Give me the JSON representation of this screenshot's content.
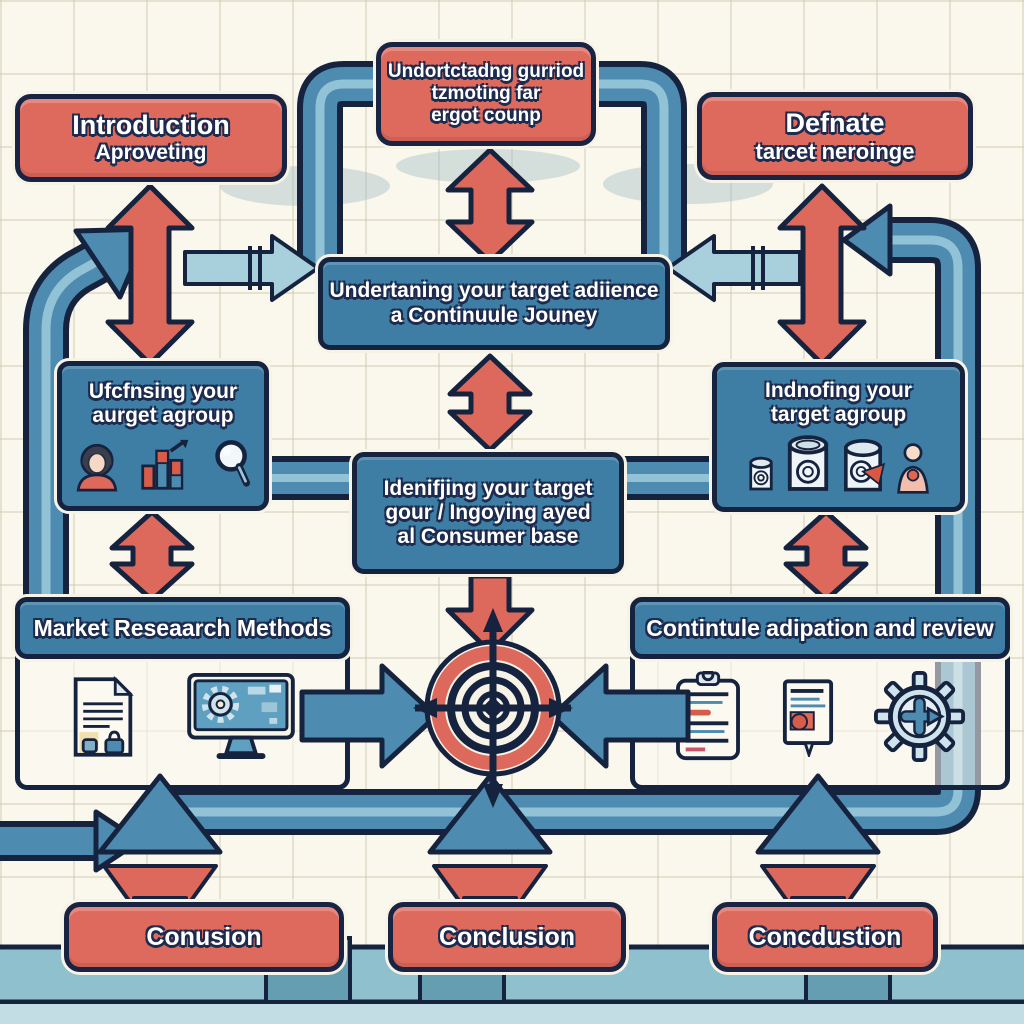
{
  "palette": {
    "red": "#de695d",
    "blue": "#3e7da4",
    "navy": "#16233f",
    "pipe": "#4d8bb0",
    "light_pipe": "#a8cfdc",
    "teal_band": "#8fc0cd",
    "background": "#faf7ec",
    "text": "#ffffff"
  },
  "nodes": {
    "intro": {
      "line1": "Introduction",
      "line2": "Aproveting"
    },
    "top": {
      "line1": "Undortctadng gurriod",
      "line2": "tzmoting far",
      "line3": "ergot counp"
    },
    "definate": {
      "line1": "Defnate",
      "line2": "tarcet neroinge"
    },
    "audience": {
      "line1": "Undertaning your target adiience",
      "line2": "a Continuule Jouney"
    },
    "left_group": {
      "line1": "Ufcfnsing your",
      "line2": "aurget agroup",
      "icons": [
        "woman-icon",
        "bar-chart-icon",
        "magnifier-icon"
      ]
    },
    "right_group": {
      "line1": "Indnofing your",
      "line2": "target agroup",
      "icons": [
        "small-can-icon",
        "large-can-icon",
        "arrow-can-icon",
        "person-icon"
      ]
    },
    "identify": {
      "line1": "Idenifjing your target",
      "line2": "gour / Ingoying ayed",
      "line3": "al Consumer base"
    },
    "market": {
      "title": "Market Reseaarch Methods",
      "icons": [
        "document-icon",
        "monitor-icon"
      ]
    },
    "adaptation": {
      "title": "Contintule adipation and review",
      "icons": [
        "clipboard-icon",
        "small-doc-icon",
        "gear-icon"
      ]
    },
    "conclusion_left": {
      "label": "Conusion"
    },
    "conclusion_center": {
      "label": "Conclusion"
    },
    "conclusion_right": {
      "label": "Concdustion"
    },
    "center_icon": "target-bullseye-icon"
  }
}
